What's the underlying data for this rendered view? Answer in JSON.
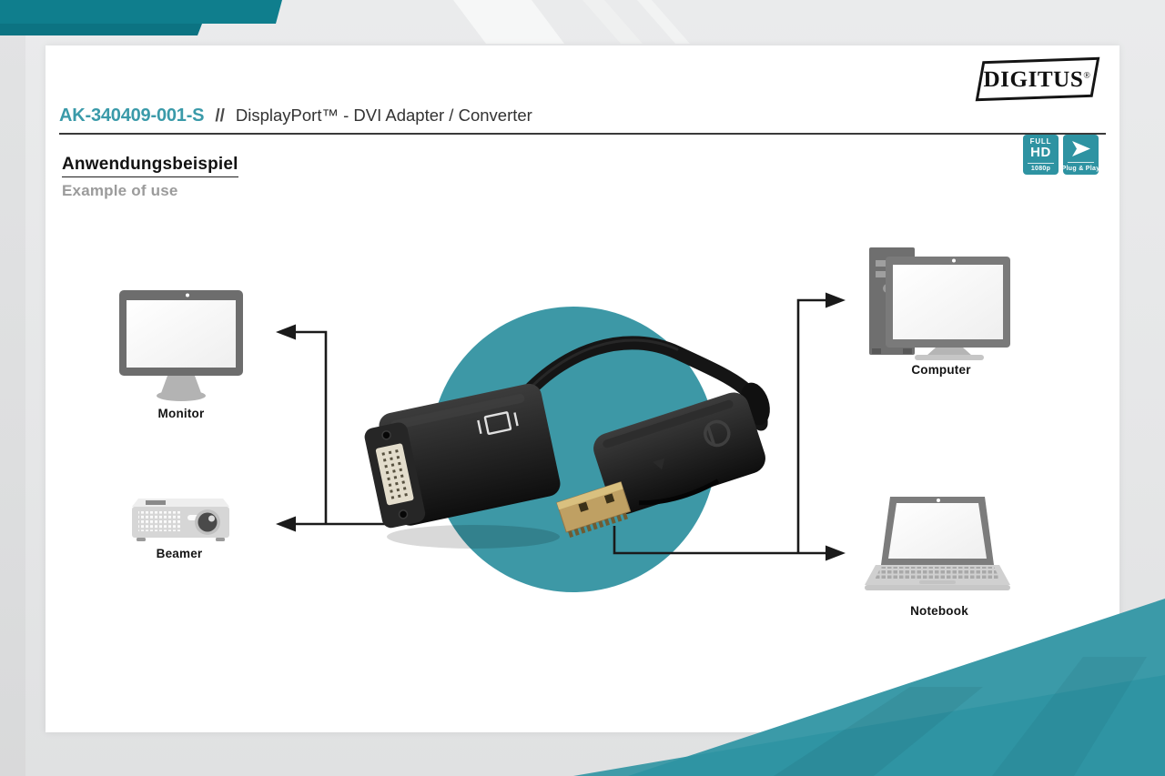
{
  "brand": {
    "logo_text": "DIGITUS",
    "registered_mark": "®"
  },
  "header": {
    "product_code": "AK-340409-001-S",
    "separator": "//",
    "title": "DisplayPort™ - DVI Adapter / Converter"
  },
  "section": {
    "heading_de": "Anwendungsbeispiel",
    "heading_en": "Example of use"
  },
  "badges": {
    "full_hd": {
      "line1": "FULL",
      "line2": "HD",
      "caption": "1080p"
    },
    "plug_play": {
      "icon": "play-arrow-icon",
      "caption": "Plug & Play"
    }
  },
  "diagram": {
    "center_object": "displayport-to-dvi-adapter-photo",
    "devices": [
      {
        "id": "monitor",
        "label": "Monitor"
      },
      {
        "id": "beamer",
        "label": "Beamer"
      },
      {
        "id": "computer",
        "label": "Computer"
      },
      {
        "id": "notebook",
        "label": "Notebook"
      }
    ]
  },
  "colors": {
    "accent_teal": "#3d98a6",
    "accent_teal_badge": "#2e93a2",
    "accent_teal_corner": "#0f7e8d",
    "swoosh_teal": "#3b9aa8",
    "page_bg": "#e6e7e8",
    "card_bg": "#ffffff",
    "text_dark": "#222222",
    "text_gray": "#9b9b9b",
    "line_black": "#1a1a1a",
    "gold_connector": "#bfa063"
  }
}
